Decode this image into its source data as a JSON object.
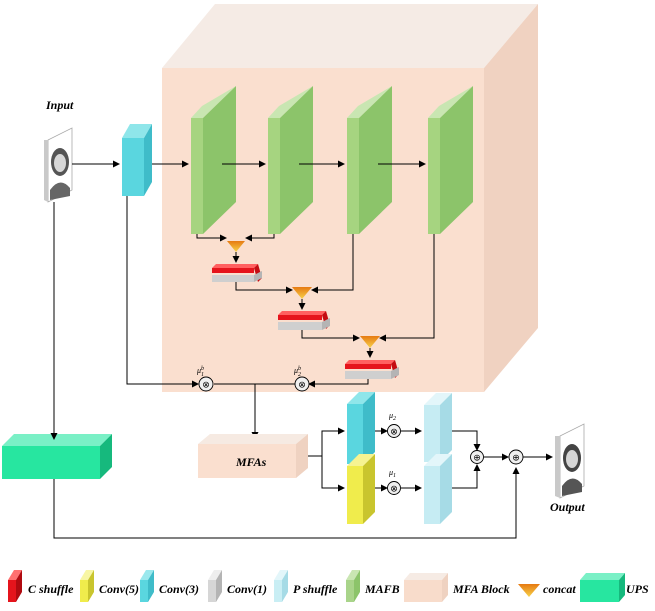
{
  "labels": {
    "input": "Input",
    "output": "Output",
    "mfas": "MFAs",
    "mu_b": "μ",
    "mu_b_sup": "b",
    "mu_b_sub": "1",
    "mu_b2_sub": "2",
    "mu2": "μ",
    "mu2_sub": "2",
    "mu1": "μ",
    "mu1_sub": "1"
  },
  "legend": [
    {
      "key": "c-shuffle",
      "label": "C shuffle",
      "color": "#e8141e"
    },
    {
      "key": "conv5",
      "label": "Conv(5)",
      "color": "#f2ef5a"
    },
    {
      "key": "conv3",
      "label": "Conv(3)",
      "color": "#5fd9df"
    },
    {
      "key": "conv1",
      "label": "Conv(1)",
      "color": "#d6d6d6"
    },
    {
      "key": "p-shuffle",
      "label": "P shuffle",
      "color": "#c9eef4"
    },
    {
      "key": "mafb",
      "label": "MAFB",
      "color": "#a9d48a"
    },
    {
      "key": "mfa-block",
      "label": "MFA Block",
      "color": "#f8dccb"
    },
    {
      "key": "concat",
      "label": "concat",
      "color": "#e88a1e"
    },
    {
      "key": "ups",
      "label": "UPS",
      "color": "#2ee8a6"
    }
  ],
  "colors": {
    "mfa_block": "#fadfcf",
    "mfa_block_top": "#f6eee9",
    "mfa_block_side": "#efcfbd",
    "mafb_front": "#a6d480",
    "mafb_side": "#8cc46a",
    "conv3_front": "#5ad6df",
    "conv3_side": "#42c0cc",
    "ups_front": "#27e6a0",
    "ups_side": "#19c888",
    "pshuffle": "#c6ecf3",
    "conv5": "#f0ec4c",
    "cshuffle": "#e5141c",
    "concat": "#e88a1e"
  }
}
